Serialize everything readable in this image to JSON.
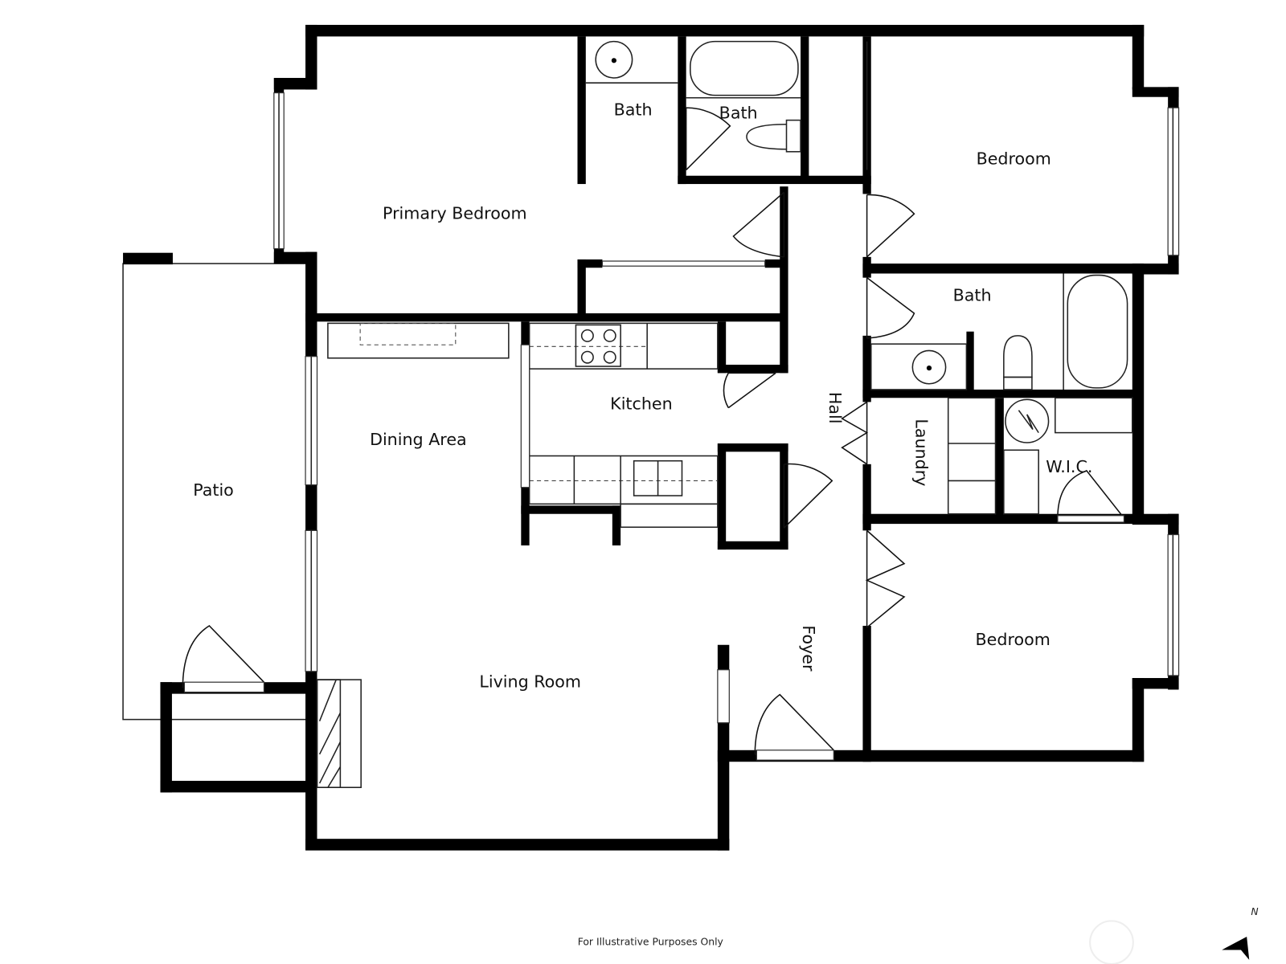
{
  "rooms": {
    "primary_bedroom": "Primary Bedroom",
    "bath_1": "Bath",
    "bath_2": "Bath",
    "bedroom_1": "Bedroom",
    "bath_3": "Bath",
    "kitchen": "Kitchen",
    "dining": "Dining Area",
    "patio": "Patio",
    "hall": "Hall",
    "laundry": "Laundry",
    "wic": "W.I.C.",
    "living": "Living Room",
    "foyer": "Foyer",
    "bedroom_2": "Bedroom"
  },
  "footer": "For Illustrative Purposes Only",
  "compass": {
    "label": "N",
    "icon": "north-arrow-icon"
  }
}
